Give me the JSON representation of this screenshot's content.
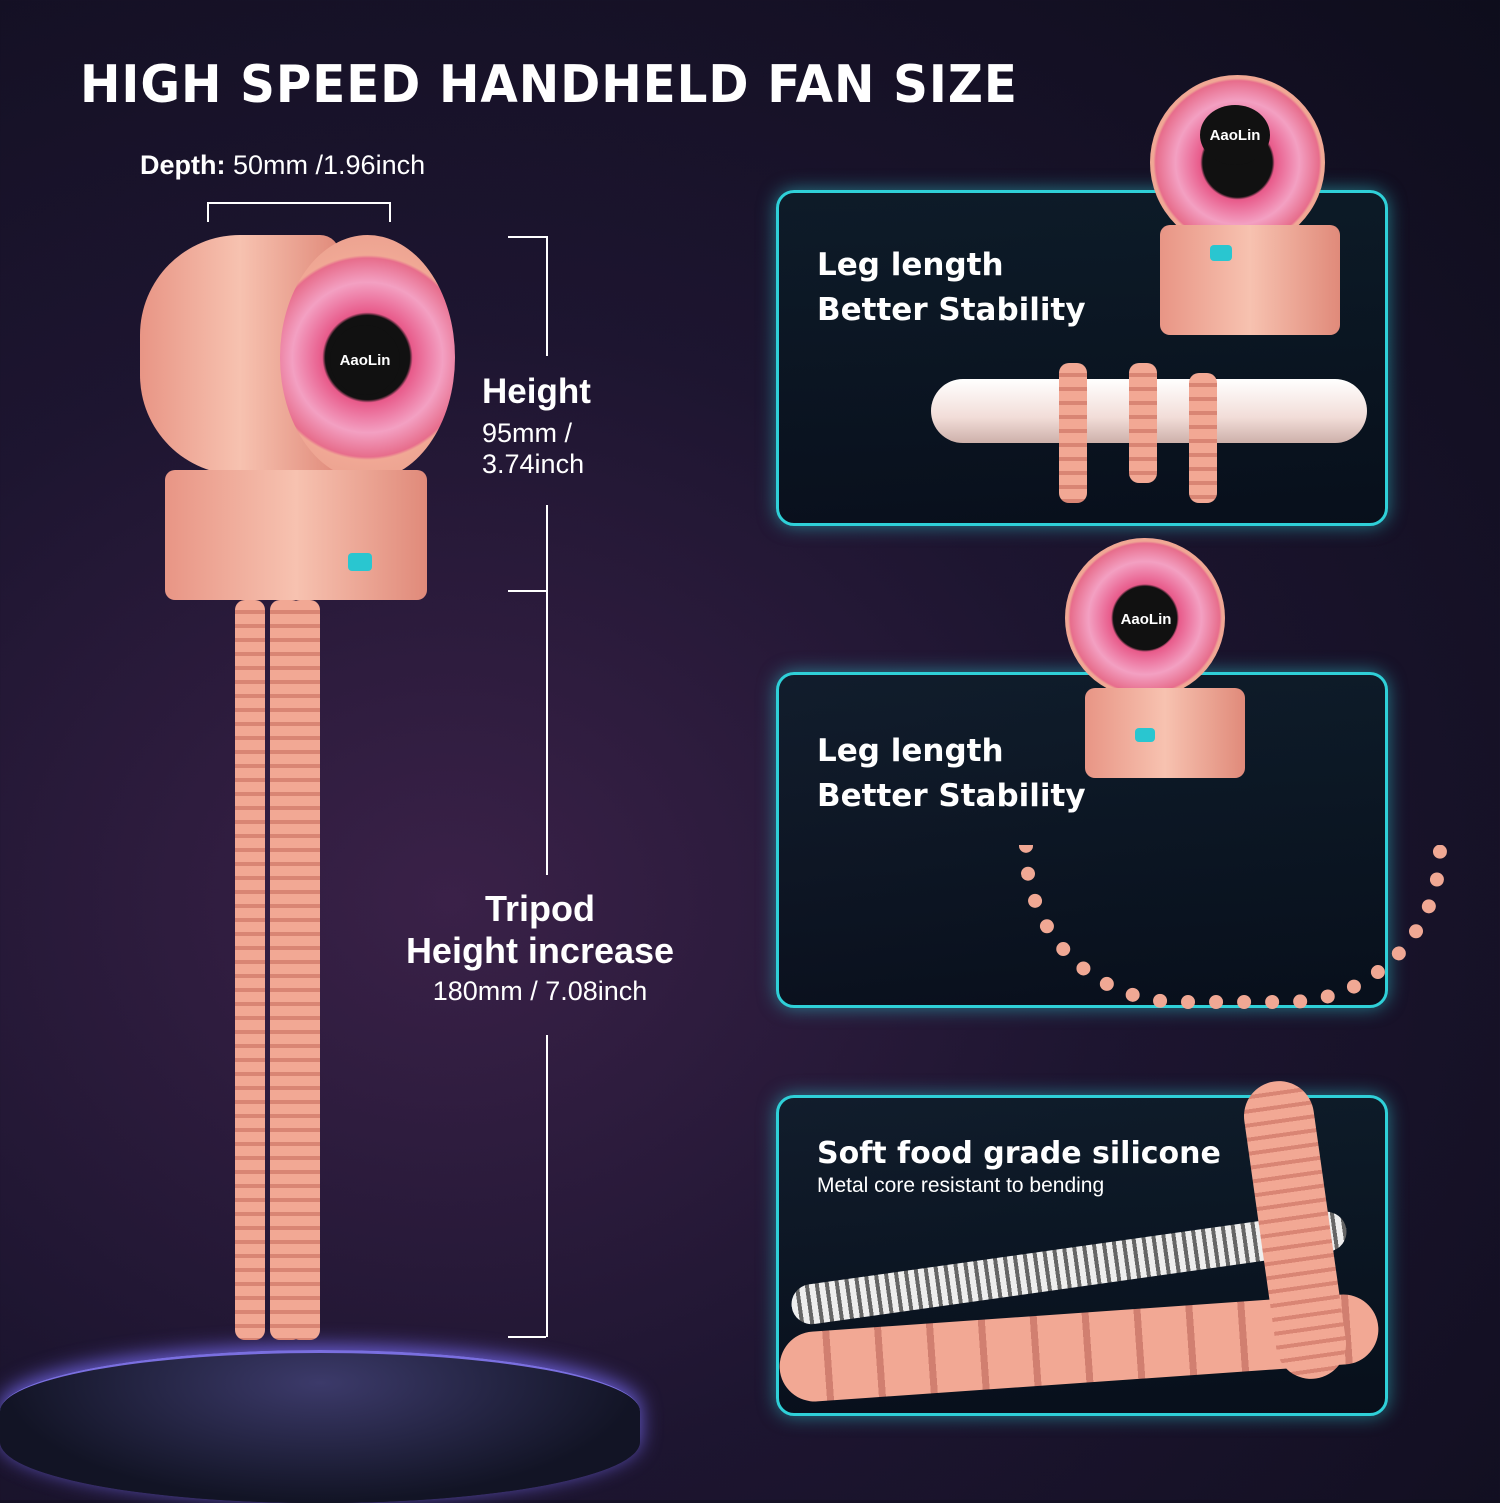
{
  "title": "HIGH SPEED HANDHELD FAN SIZE",
  "depth": {
    "label": "Depth:",
    "value": "50mm /1.96inch"
  },
  "height": {
    "label": "Height",
    "value_mm": "95mm /",
    "value_in": "3.74inch"
  },
  "tripod": {
    "label1": "Tripod",
    "label2": "Height increase",
    "value": "180mm / 7.08inch"
  },
  "brand": "AaoLin",
  "panels": [
    {
      "line1": "Leg length",
      "line2": "Better Stability"
    },
    {
      "line1": "Leg length",
      "line2": "Better Stability"
    },
    {
      "line1": "Soft food grade silicone",
      "line2": "Metal core resistant to bending"
    }
  ],
  "colors": {
    "accent": "#2fd0d8",
    "product": "#f2a894"
  }
}
